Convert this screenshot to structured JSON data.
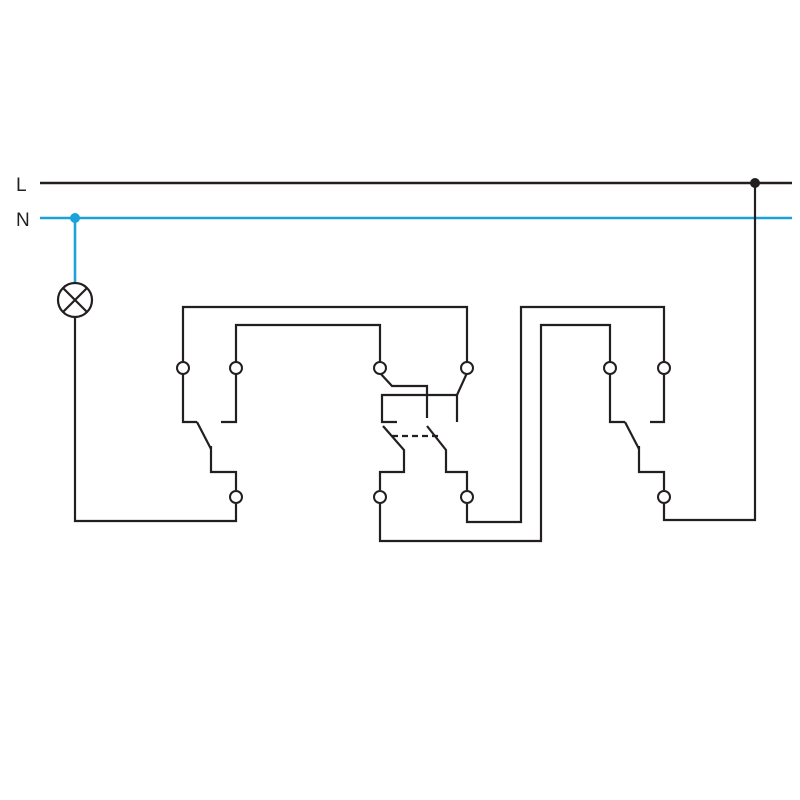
{
  "lines": {
    "live_label": "L",
    "neutral_label": "N"
  },
  "colors": {
    "live": "#231f20",
    "neutral": "#1aa3d8",
    "wire": "#231f20",
    "background": "#ffffff"
  },
  "components": {
    "lamp": "lamp-icon",
    "two_way_switches": 2,
    "intermediate_switches": 1
  }
}
